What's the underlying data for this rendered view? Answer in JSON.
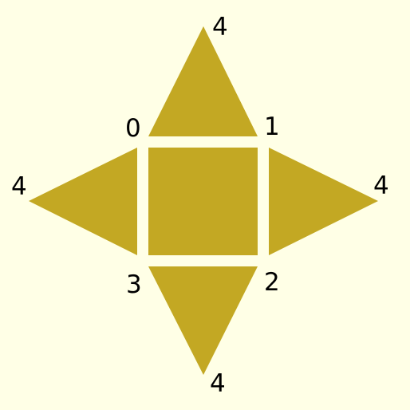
{
  "diagram": {
    "background_color": "#ffffe6",
    "face_color": "#c3a823",
    "label_color": "#000000",
    "faces": [
      {
        "name": "square-base",
        "vertices": [
          "0",
          "1",
          "2",
          "3"
        ]
      },
      {
        "name": "top-triangle",
        "vertices": [
          "0",
          "1",
          "4"
        ]
      },
      {
        "name": "right-triangle",
        "vertices": [
          "1",
          "2",
          "4"
        ]
      },
      {
        "name": "bottom-triangle",
        "vertices": [
          "2",
          "3",
          "4"
        ]
      },
      {
        "name": "left-triangle",
        "vertices": [
          "3",
          "0",
          "4"
        ]
      }
    ],
    "labels": {
      "v0": "0",
      "v1": "1",
      "v2": "2",
      "v3": "3",
      "apex_top": "4",
      "apex_right": "4",
      "apex_bottom": "4",
      "apex_left": "4"
    }
  }
}
